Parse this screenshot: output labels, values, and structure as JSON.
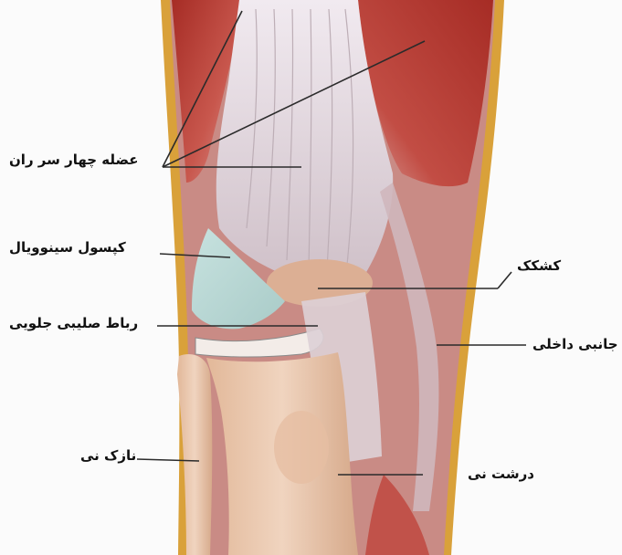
{
  "figure": {
    "labels": {
      "quadriceps": "عضله چهار سر ران",
      "synovial_capsule": "کپسول سینوویال",
      "acl": "رباط صلیبی جلویی",
      "fibula": "نازک نی",
      "patella": "کشکک",
      "mcl": "رباط جانبی داخلی",
      "tibia": "درشت نی"
    }
  },
  "colors": {
    "muscle": "#b5352c",
    "tendon": "#e8dde2",
    "bone": "#e8c7ad",
    "capsule": "#bfdbd8",
    "fat": "#d9a13a",
    "leader_line": "#2b2b2b"
  }
}
